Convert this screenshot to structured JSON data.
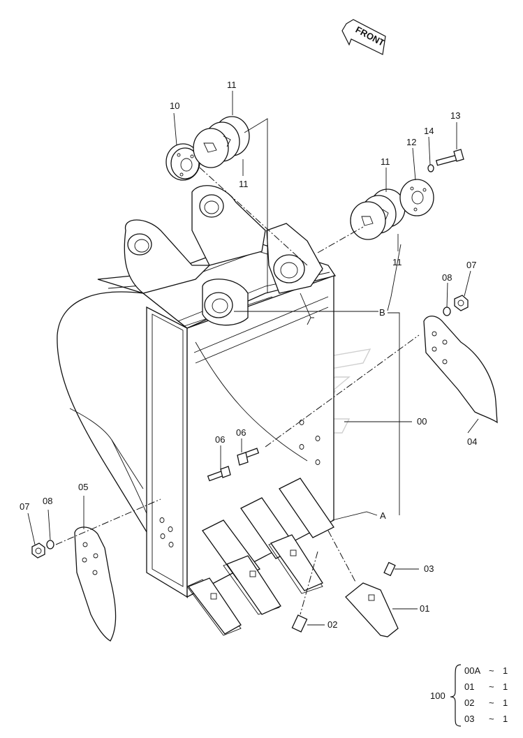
{
  "front_arrow": {
    "label": "FRONT"
  },
  "callouts": {
    "c00": "00",
    "c01": "01",
    "c02": "02",
    "c03": "03",
    "c04": "04",
    "c05": "05",
    "c06a": "06",
    "c06b": "06",
    "c07a": "07",
    "c07b": "07",
    "c08a": "08",
    "c08b": "08",
    "c10": "10",
    "c11a": "11",
    "c11b": "11",
    "c11c": "11",
    "c11d": "11",
    "c12": "12",
    "c13": "13",
    "c14": "14",
    "cA": "A",
    "cB": "B"
  },
  "kit_table": {
    "assembly_no": "100",
    "rows": [
      {
        "part": "00A",
        "sep": "~",
        "qty": "1"
      },
      {
        "part": "01",
        "sep": "~",
        "qty": "1"
      },
      {
        "part": "02",
        "sep": "~",
        "qty": "1"
      },
      {
        "part": "03",
        "sep": "~",
        "qty": "1"
      }
    ]
  }
}
